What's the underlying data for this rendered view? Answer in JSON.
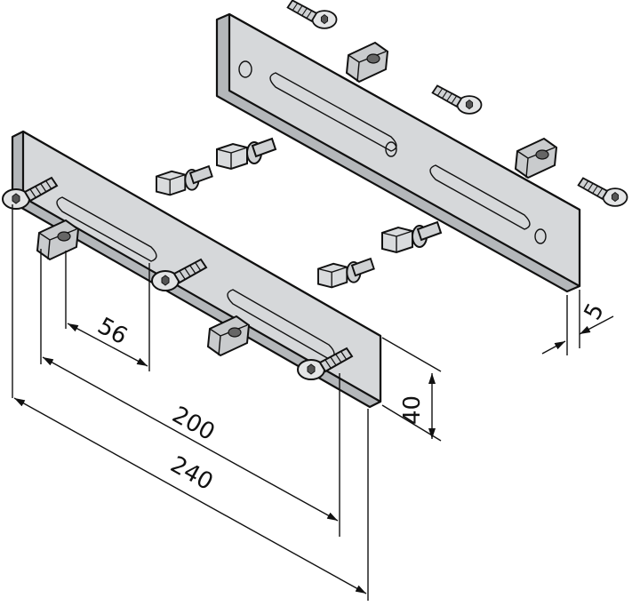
{
  "dimensions": {
    "slot_pitch": "56",
    "hole_spacing": "200",
    "length": "240",
    "width": "40",
    "thickness": "5"
  },
  "colors": {
    "plate_face": "#d6d8da",
    "plate_edge": "#b4b7ba",
    "slot": "#f2f3f4",
    "line": "#111111"
  }
}
